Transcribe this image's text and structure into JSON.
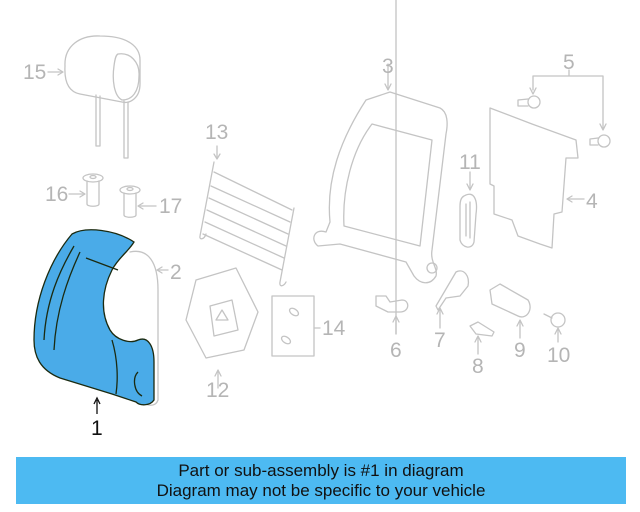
{
  "diagram": {
    "highlight_color": "#4aabe8",
    "line_color": "#c4c4c4",
    "callouts": [
      {
        "id": "1",
        "label": "1",
        "part": "seat-back-cover",
        "highlighted": true
      },
      {
        "id": "2",
        "label": "2",
        "part": "seat-back-pad"
      },
      {
        "id": "3",
        "label": "3",
        "part": "seat-back-frame"
      },
      {
        "id": "4",
        "label": "4",
        "part": "back-panel"
      },
      {
        "id": "5",
        "label": "5",
        "part": "panel-screws"
      },
      {
        "id": "6",
        "label": "6",
        "part": "bracket"
      },
      {
        "id": "7",
        "label": "7",
        "part": "side-cover"
      },
      {
        "id": "8",
        "label": "8",
        "part": "bolt"
      },
      {
        "id": "9",
        "label": "9",
        "part": "knob"
      },
      {
        "id": "10",
        "label": "10",
        "part": "pin"
      },
      {
        "id": "11",
        "label": "11",
        "part": "side-trim"
      },
      {
        "id": "12",
        "label": "12",
        "part": "lumbar-support"
      },
      {
        "id": "13",
        "label": "13",
        "part": "spring-mat"
      },
      {
        "id": "14",
        "label": "14",
        "part": "pad"
      },
      {
        "id": "15",
        "label": "15",
        "part": "headrest"
      },
      {
        "id": "16",
        "label": "16",
        "part": "guide-left"
      },
      {
        "id": "17",
        "label": "17",
        "part": "guide-right"
      }
    ]
  },
  "banner": {
    "line1": "Part or sub-assembly is #1 in diagram",
    "line2": "Diagram may not be specific to your vehicle",
    "color": "#4dbaf2"
  }
}
